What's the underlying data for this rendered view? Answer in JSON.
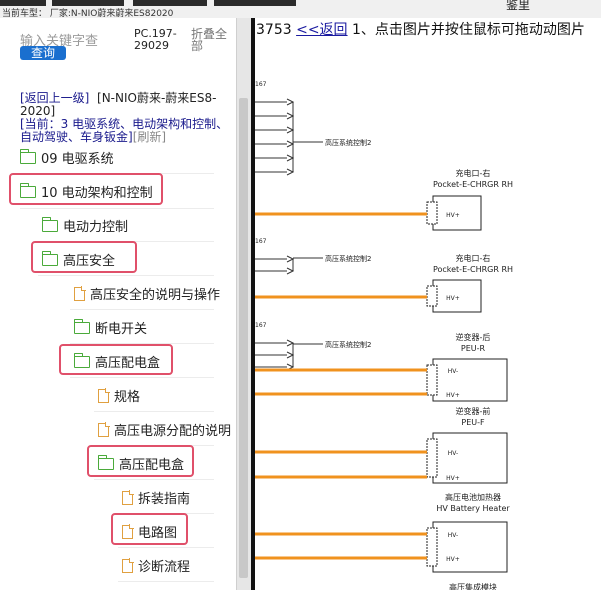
{
  "topbar": {
    "car_label": "当前车型：  厂家:N-NIO蔚来蔚来ES82020",
    "print_label": "鉴里"
  },
  "sidebar": {
    "search_placeholder": "输入关键字查",
    "search_button": "查询",
    "code": "PC.197-29029",
    "fold_all": "折叠全部",
    "nav": {
      "back_up": "[返回上一级]",
      "model": "[N-NIO蔚来-蔚来ES8-2020]",
      "current": "[当前：3 电驱系统、电动架构和控制、自动驾驶、车身钣金]",
      "refresh": "[刷新]"
    },
    "tree": [
      {
        "label": "09 电驱系统",
        "type": "folder"
      },
      {
        "label": "10 电动架构和控制",
        "type": "folder"
      },
      {
        "label": "电动力控制",
        "type": "folder"
      },
      {
        "label": "高压安全",
        "type": "folder"
      },
      {
        "label": "高压安全的说明与操作",
        "type": "doc"
      },
      {
        "label": "断电开关",
        "type": "folder"
      },
      {
        "label": "高压配电盒",
        "type": "folder"
      },
      {
        "label": "规格",
        "type": "doc"
      },
      {
        "label": "高压电源分配的说明",
        "type": "doc"
      },
      {
        "label": "高压配电盒",
        "type": "folder"
      },
      {
        "label": "拆装指南",
        "type": "doc"
      },
      {
        "label": "电路图",
        "type": "doc"
      },
      {
        "label": "诊断流程",
        "type": "doc"
      }
    ]
  },
  "content": {
    "page_no": "3753",
    "back_link": "<<返回",
    "instruction": "1、点击图片并按住鼠标可拖动动图片",
    "diagram": {
      "pin_labels": [
        "167",
        "167",
        "167"
      ],
      "hv_control": "高压系统控制2",
      "components": [
        {
          "cn": "充电口-右",
          "en": "Pocket-E-CHRGR RH"
        },
        {
          "cn": "充电口-右",
          "en": "Pocket-E-CHRGR RH"
        },
        {
          "cn": "逆变器-后",
          "en": "PEU-R"
        },
        {
          "cn": "逆变器-前",
          "en": "PEU-F"
        },
        {
          "cn": "高压电池加热器",
          "en": "HV Battery Heater"
        },
        {
          "cn": "高压集成模块",
          "en": ""
        }
      ],
      "pins": [
        "HV-",
        "HV+"
      ]
    },
    "colors": {
      "wire": "#f0921e",
      "link": "#1a1aa0",
      "highlight": "#e0506a"
    }
  }
}
